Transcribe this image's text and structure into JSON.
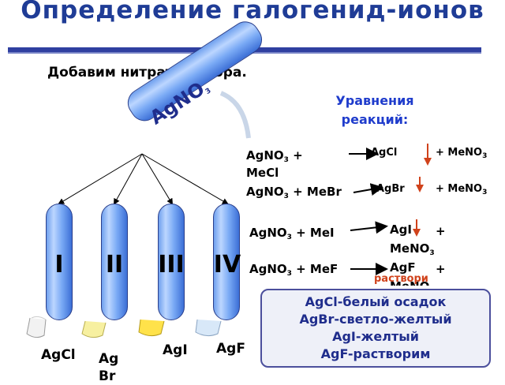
{
  "title": "Определение галогенид-ионов",
  "subtitle": "Добавим нитрат серебра.",
  "reagent": {
    "base": "AgNO",
    "sub": "3"
  },
  "equations_heading": {
    "line1": "Уравнения",
    "line2": "реакций:"
  },
  "equations": [
    {
      "left_a": "AgNO",
      "left_sub": "3",
      "left_b": " +",
      "left_c": "MeCl",
      "product": "AgCl",
      "rest_a": "+ MeNO",
      "rest_sub": "3"
    },
    {
      "left_a": "AgNO",
      "left_sub": "3",
      "left_b": " + MeBr",
      "product": "AgBr",
      "rest_a": "+ MeNO",
      "rest_sub": "3"
    },
    {
      "left_a": "AgNO",
      "left_sub": "3",
      "left_b": " + MeI",
      "product": "AgI",
      "rest_a": "+",
      "rest_b": "MeNO",
      "rest_sub": "3"
    },
    {
      "left_a": "AgNO",
      "left_sub": "3",
      "left_b": " + MeF",
      "product": "AgF",
      "rest_a": "+",
      "rest_b": "MeNO"
    }
  ],
  "soluble_note": "раствори",
  "tubes": [
    "I",
    "II",
    "III",
    "IV"
  ],
  "results": [
    "AgCl-белый осадок",
    "AgBr-светло-желтый",
    "AgI-желтый",
    "AgF-растворим"
  ],
  "salts": [
    "AgCl",
    "AgBr",
    "AgI",
    "AgF"
  ],
  "colors": {
    "title": "#1f3c96",
    "tube": "#7aaaf5",
    "precipitate_arrow": "#d0421b",
    "white_precipitate": "#f2f2f2",
    "pale_yellow": "#f7f0a0",
    "yellow": "#ffe24a"
  }
}
